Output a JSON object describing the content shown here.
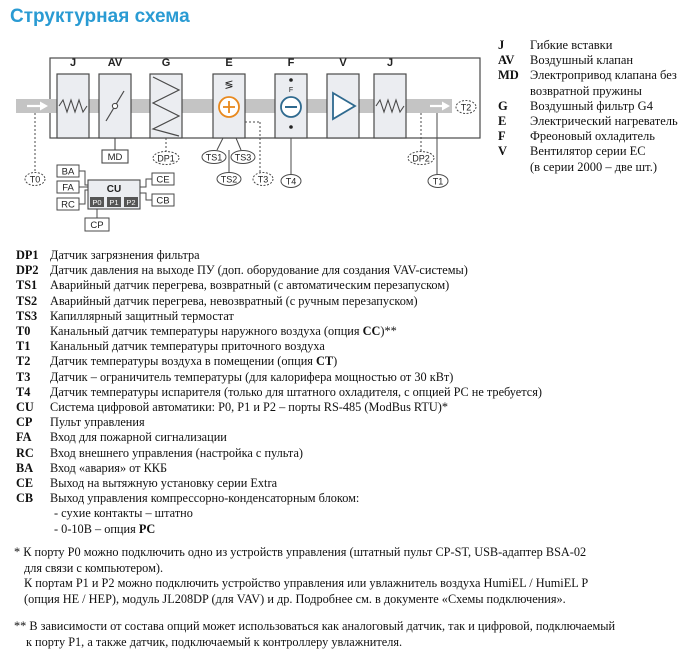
{
  "title": "Структурная схема",
  "diagram": {
    "components": [
      "J",
      "AV",
      "G",
      "E",
      "F",
      "V",
      "J"
    ],
    "sensors": {
      "md": "MD",
      "dp1": "DP1",
      "ts1": "TS1",
      "ts3": "TS3",
      "ts2": "TS2",
      "t3": "T3",
      "t4": "T4",
      "dp2": "DP2",
      "t1": "T1",
      "t2": "T2",
      "t0": "T0"
    },
    "control": {
      "ba": "BA",
      "fa": "FA",
      "rc": "RC",
      "cu": "CU",
      "ce": "CE",
      "cb": "CB",
      "p0": "P0",
      "p1": "P1",
      "p2": "P2",
      "cp": "CP"
    },
    "heater_symbol": "≶",
    "cooler_label": "F"
  },
  "legend_top": [
    {
      "key": "J",
      "text": "Гибкие вставки"
    },
    {
      "key": "AV",
      "text": "Воздушный клапан"
    },
    {
      "key": "MD",
      "text": "Электропривод клапана без"
    },
    {
      "key": "",
      "text": "возвратной пружины"
    },
    {
      "key": "G",
      "text": "Воздушный фильтр G4"
    },
    {
      "key": "E",
      "text": "Электрический нагреватель"
    },
    {
      "key": "F",
      "text": "Фреоновый охладитель"
    },
    {
      "key": "V",
      "text": "Вентилятор серии EC"
    },
    {
      "key": "",
      "text": "(в серии 2000 – две шт.)"
    }
  ],
  "legend_main": [
    {
      "key": "DP1",
      "text": "Датчик загрязнения фильтра"
    },
    {
      "key": "DP2",
      "text": "Датчик давления на выходе ПУ (доп. оборудование для создания VAV-системы)"
    },
    {
      "key": "TS1",
      "text": "Аварийный датчик перегрева, возвратный (с автоматическим перезапуском)"
    },
    {
      "key": "TS2",
      "text": "Аварийный датчик перегрева, невозвратный (с ручным перезапуском)"
    },
    {
      "key": "TS3",
      "text": "Капиллярный защитный термостат"
    },
    {
      "key": "T0",
      "text": "Канальный датчик температуры наружного воздуха (опция ",
      "bold": "CC",
      "after": ")**"
    },
    {
      "key": "T1",
      "text": "Канальный датчик температуры приточного воздуха"
    },
    {
      "key": "T2",
      "text": "Датчик температуры воздуха в помещении (опция ",
      "bold": "CT",
      "after": ")"
    },
    {
      "key": "T3",
      "text": "Датчик – ограничитель температуры (для калорифера мощностью от 30 кВт)"
    },
    {
      "key": "T4",
      "text": "Датчик температуры испарителя (только для штатного охладителя, с опцией PC не требуется)"
    },
    {
      "key": "CU",
      "text": "Система цифровой автоматики: P0, P1 и P2 – порты RS-485 (ModBus RTU)*"
    },
    {
      "key": "CP",
      "text": "Пульт управления"
    },
    {
      "key": "FA",
      "text": "Вход для пожарной сигнализации"
    },
    {
      "key": "RC",
      "text": "Вход внешнего управления (настройка с пульта)"
    },
    {
      "key": "BA",
      "text": "Вход «авария» от ККБ"
    },
    {
      "key": "CE",
      "text": "Выход на вытяжную установку серии Extra"
    },
    {
      "key": "CB",
      "text": "Выход управления компрессорно-конденсаторным блоком:"
    }
  ],
  "legend_sub": [
    {
      "text": "- сухие контакты – штатно"
    },
    {
      "text": "- 0-10В – опция ",
      "bold": "PC"
    }
  ],
  "notes": [
    "* К порту P0 можно подключить одно из устройств управления (штатный пульт CP-ST, USB-адаптер BSA-02",
    "  для связи с компьютером).",
    "  К портам P1 и P2 можно подключить устройство управления или увлажнитель воздуха HumiEL /  HumiEL P",
    "  (опция HE / HEP), модуль JL208DP (для VAV) и др. Подробнее см. в документе «Схемы подключения».",
    "** В зависимости от состава опций может использоваться как аналоговый датчик, так и цифровой, подключаемый",
    "   к порту P1, а также датчик, подключаемый к контроллеру увлажнителя."
  ],
  "colors": {
    "title": "#2a9bd3",
    "duct": "#c4c4c4",
    "box_fill": "#ebedf1",
    "stroke": "#4a4a4a",
    "port": "#555555",
    "heater": "#e8891e"
  }
}
